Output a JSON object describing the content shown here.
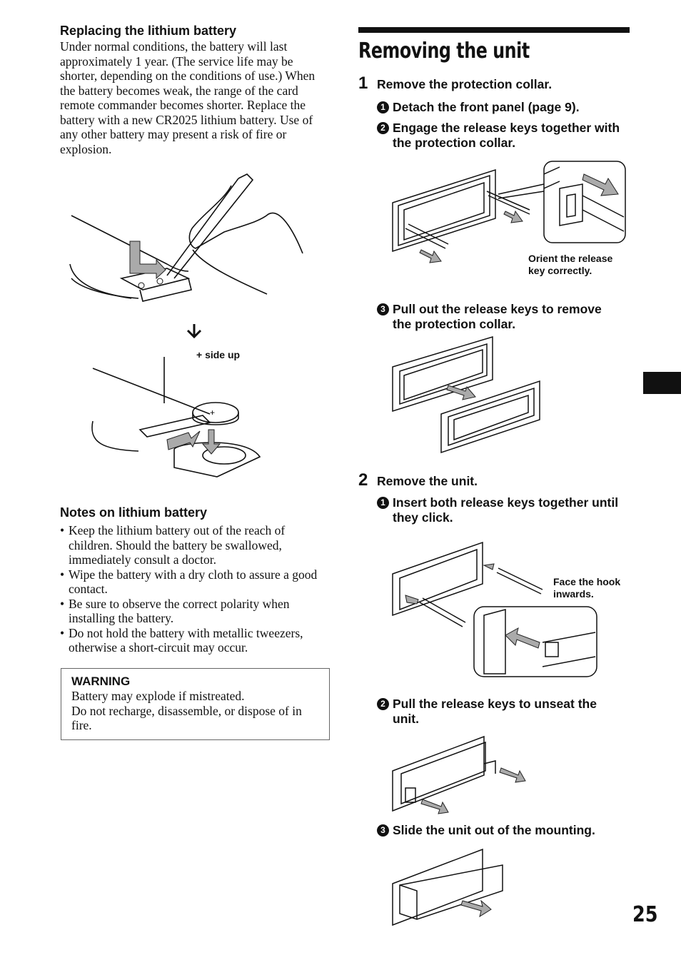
{
  "left": {
    "replacing_heading": "Replacing the lithium battery",
    "replacing_body": "Under normal conditions, the battery will last approximately 1 year. (The service life may be shorter, depending on the conditions of use.) When the battery becomes weak, the range of the card remote commander becomes shorter. Replace the battery with a new CR2025 lithium battery. Use of any other battery may present a risk of fire or explosion.",
    "side_up_label": "+ side up",
    "notes_heading": "Notes on lithium battery",
    "notes": [
      "Keep the lithium battery out of the reach of children. Should the battery be swallowed, immediately consult a doctor.",
      "Wipe the battery with a dry cloth to assure a good contact.",
      "Be sure to observe the correct polarity when installing the battery.",
      "Do not hold the battery with metallic tweezers, otherwise a short-circuit may occur."
    ],
    "warning_title": "WARNING",
    "warning_lines": [
      "Battery may explode if mistreated.",
      "Do not recharge, disassemble, or dispose of in fire."
    ]
  },
  "right": {
    "title": "Removing the unit",
    "step1": {
      "num": "1",
      "text": "Remove the protection collar.",
      "subs": [
        {
          "num": "1",
          "text": "Detach the front panel (page 9)."
        },
        {
          "num": "2",
          "text": "Engage the release keys together with the protection collar."
        },
        {
          "num": "3",
          "text": "Pull out the release keys to remove the protection collar."
        }
      ],
      "caption_orient": "Orient the release key correctly."
    },
    "step2": {
      "num": "2",
      "text": "Remove the unit.",
      "subs": [
        {
          "num": "1",
          "text": "Insert both release keys together until they click."
        },
        {
          "num": "2",
          "text": "Pull the release keys to unseat the unit."
        },
        {
          "num": "3",
          "text": "Slide the unit out of the mounting."
        }
      ],
      "caption_hook": "Face the hook inwards."
    }
  },
  "page_number": "25"
}
